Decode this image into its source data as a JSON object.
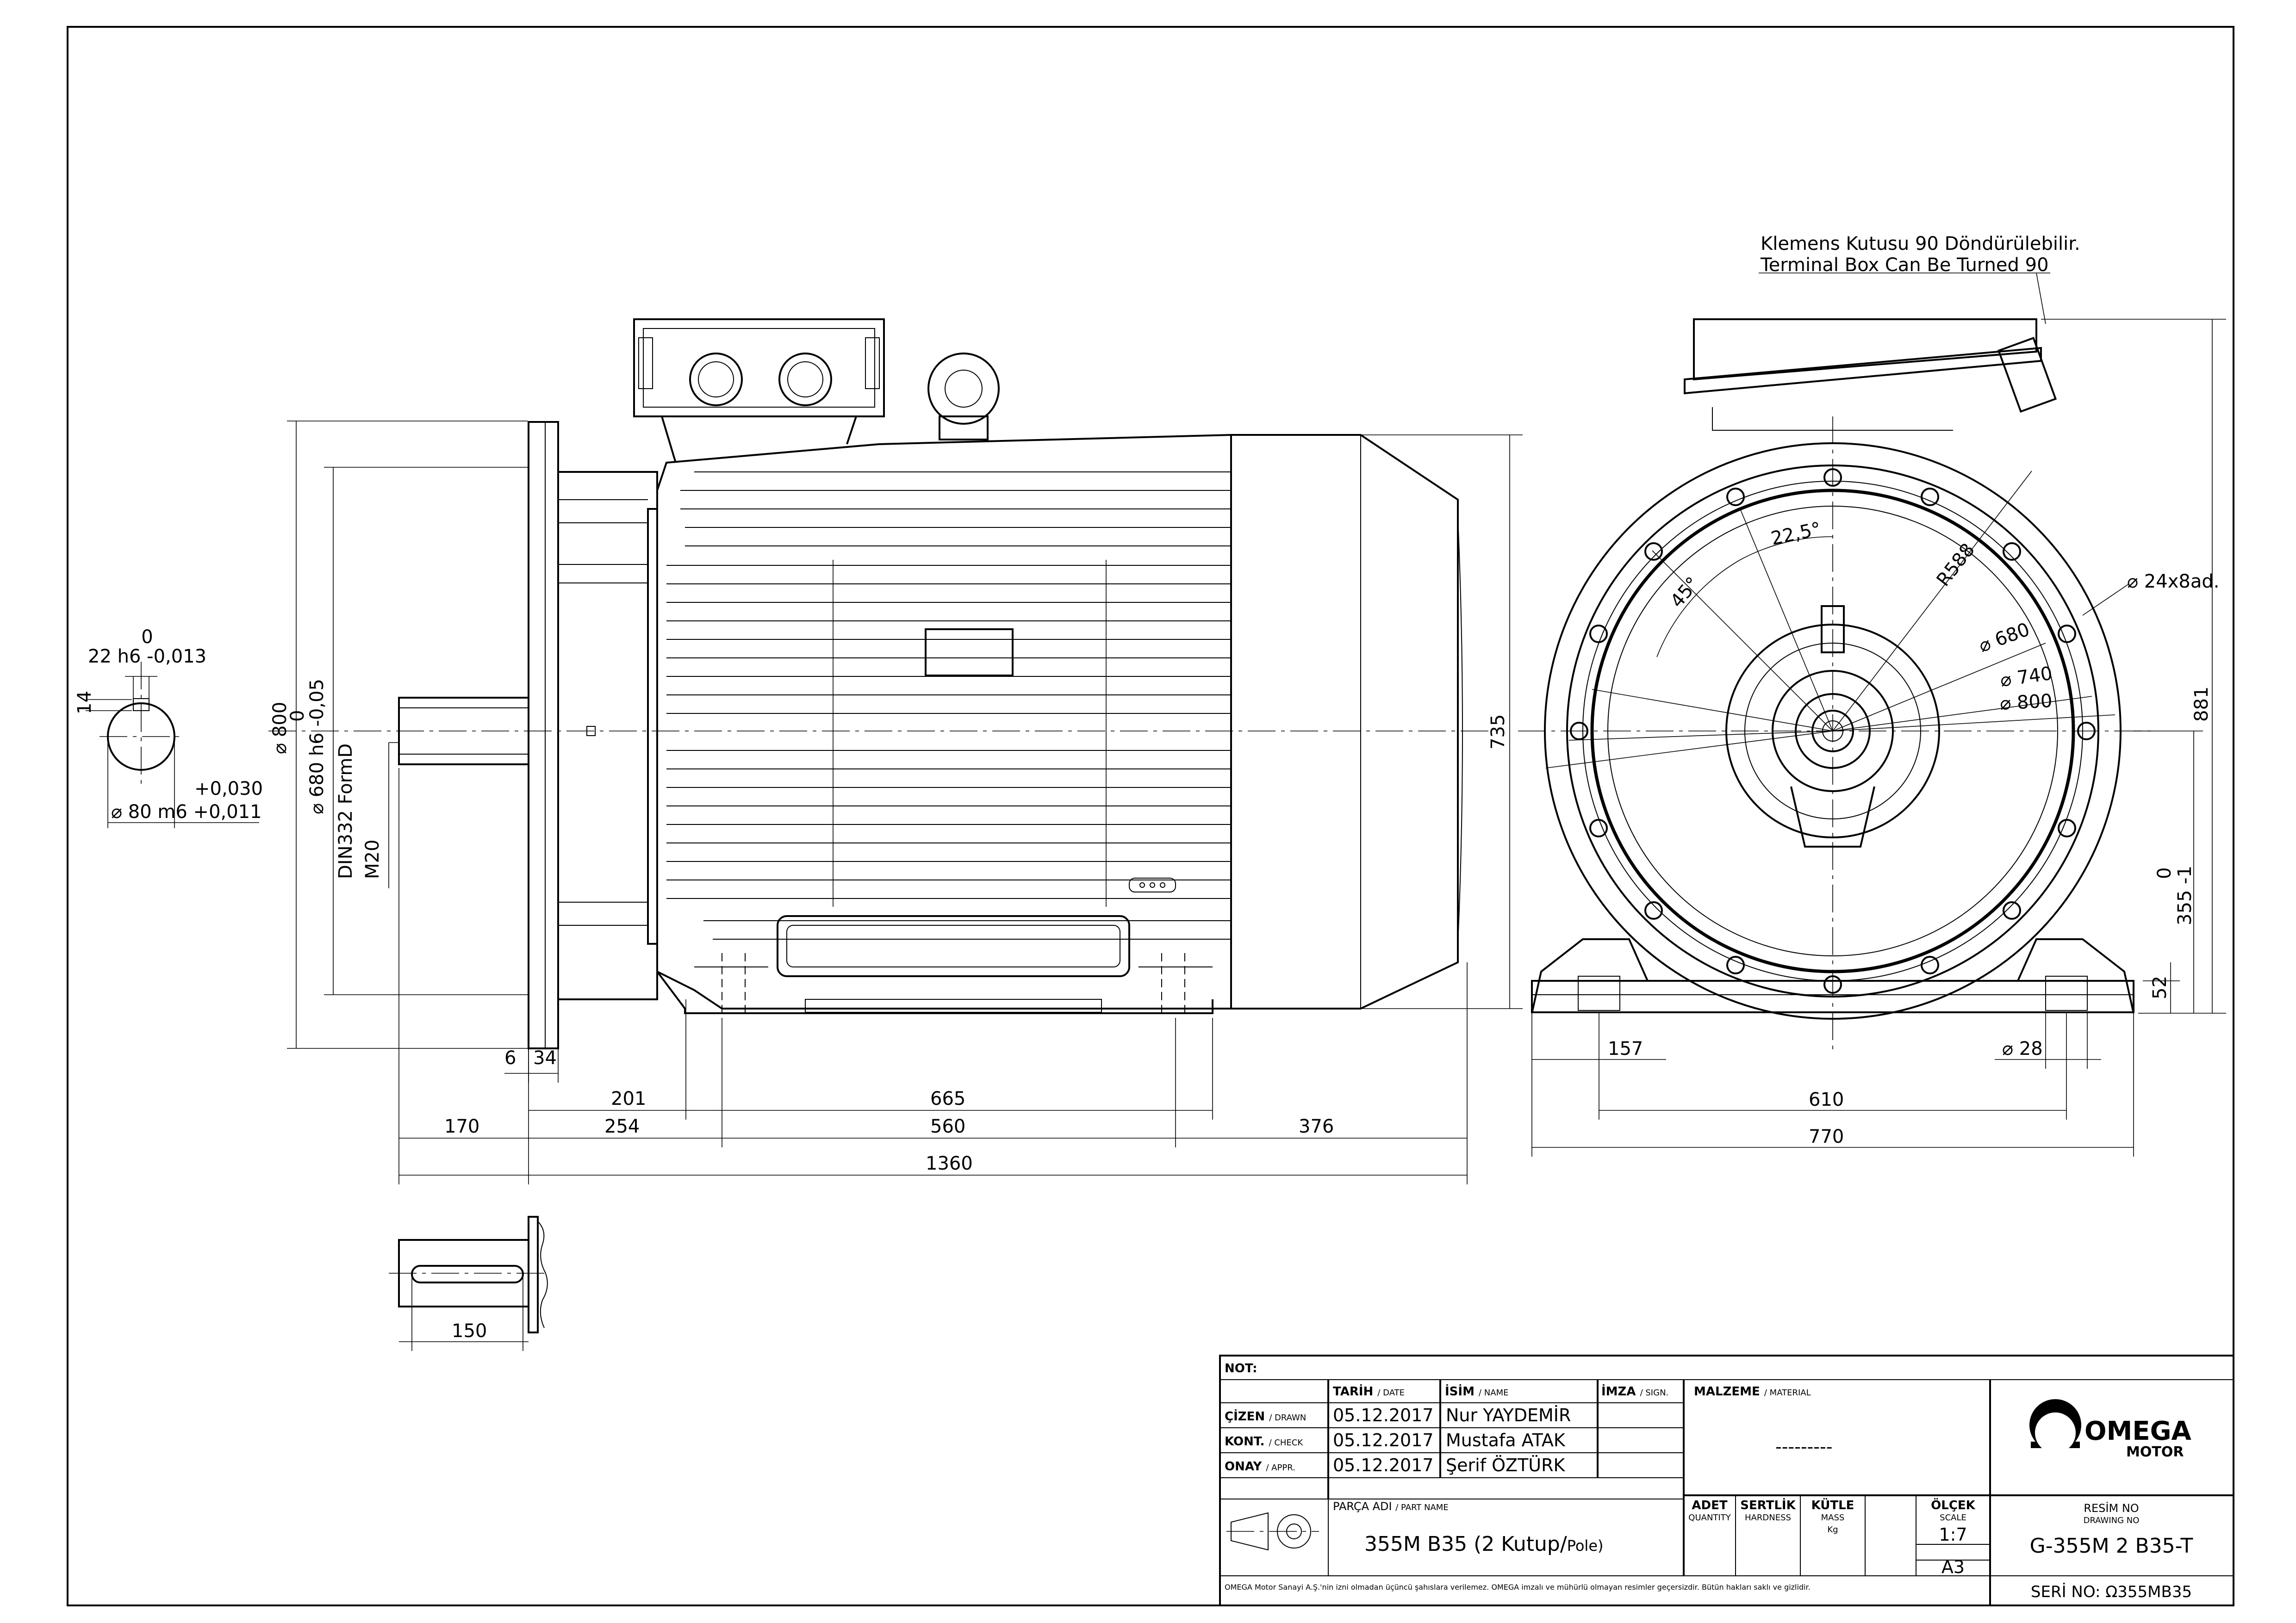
{
  "notes": {
    "terminal_box_tr": "Klemens Kutusu 90 Döndürülebilir.",
    "terminal_box_en": "Terminal Box Can Be Turned 90"
  },
  "dims": {
    "key_width": "22 h6",
    "key_tol_upper": "0",
    "key_tol_lower": "-0,013",
    "key_depth": "14",
    "shaft_dia": "⌀ 80 m6",
    "shaft_tol_upper": "+0,030",
    "shaft_tol_lower": "+0,011",
    "flange_dia": "⌀ 800",
    "spigot_tol_upper": "0",
    "spigot_dia": "⌀ 680 h6",
    "spigot_tol_lower": "-0,05",
    "din": "DIN332 FormD",
    "thread": "M20",
    "height_735": "735",
    "flange_6": "6",
    "flange_34": "34",
    "d201": "201",
    "d665": "665",
    "d170": "170",
    "d254": "254",
    "d560": "560",
    "d376": "376",
    "d1360": "1360",
    "d150": "150",
    "angle_22": "22,5°",
    "angle_45": "45°",
    "radius": "R588",
    "holes": "⌀ 24x8ad.",
    "pcd_680": "⌀ 680",
    "pcd_740": "⌀ 740",
    "pcd_800": "⌀ 800",
    "height_881": "881",
    "shaft_h": "355 -1",
    "shaft_h_tol": "0",
    "foot_h": "52",
    "d157": "157",
    "foot_hole": "⌀ 28",
    "d610": "610",
    "d770": "770"
  },
  "title_block": {
    "not_label": "NOT:",
    "date_h": "TARİH",
    "date_h_en": "/ DATE",
    "name_h": "İSİM",
    "name_h_en": "/ NAME",
    "sign_h": "İMZA",
    "sign_h_en": "/ SIGN.",
    "material_h": "MALZEME",
    "material_h_en": "/ MATERIAL",
    "material_val": "---------",
    "rows": [
      {
        "role": "ÇİZEN",
        "role_en": "/ DRAWN",
        "date": "05.12.2017",
        "name": "Nur YAYDEMİR"
      },
      {
        "role": "KONT.",
        "role_en": "/ CHECK",
        "date": "05.12.2017",
        "name": "Mustafa ATAK"
      },
      {
        "role": "ONAY",
        "role_en": "/ APPR.",
        "date": "05.12.2017",
        "name": "Şerif ÖZTÜRK"
      }
    ],
    "part_h": "PARÇA ADI",
    "part_h_en": "/ PART NAME",
    "part_name": "355M B35 (2 Kutup/",
    "part_name_small": "Pole)",
    "qty_h": "ADET",
    "qty_h_en": "QUANTITY",
    "hard_h": "SERTLİK",
    "hard_h_en": "HARDNESS",
    "mass_h": "KÜTLE",
    "mass_h_en": "MASS",
    "mass_unit": "Kg",
    "scale_h": "ÖLÇEK",
    "scale_h_en": "SCALE",
    "scale_val": "1:7",
    "sheet": "A3",
    "draw_no_h": "RESİM NO",
    "draw_no_h_en": "DRAWING NO",
    "draw_no": "G-355M 2 B35-T",
    "serial": "SERİ NO: Ω355MB35",
    "logo_word": "OMEGA",
    "logo_sub": "MOTOR",
    "footer": "OMEGA Motor Sanayi A.Ş.'nin izni olmadan üçüncü şahıslara verilemez. OMEGA imzalı ve mühürlü olmayan resimler geçersizdir. Bütün hakları saklı ve gizlidir."
  }
}
